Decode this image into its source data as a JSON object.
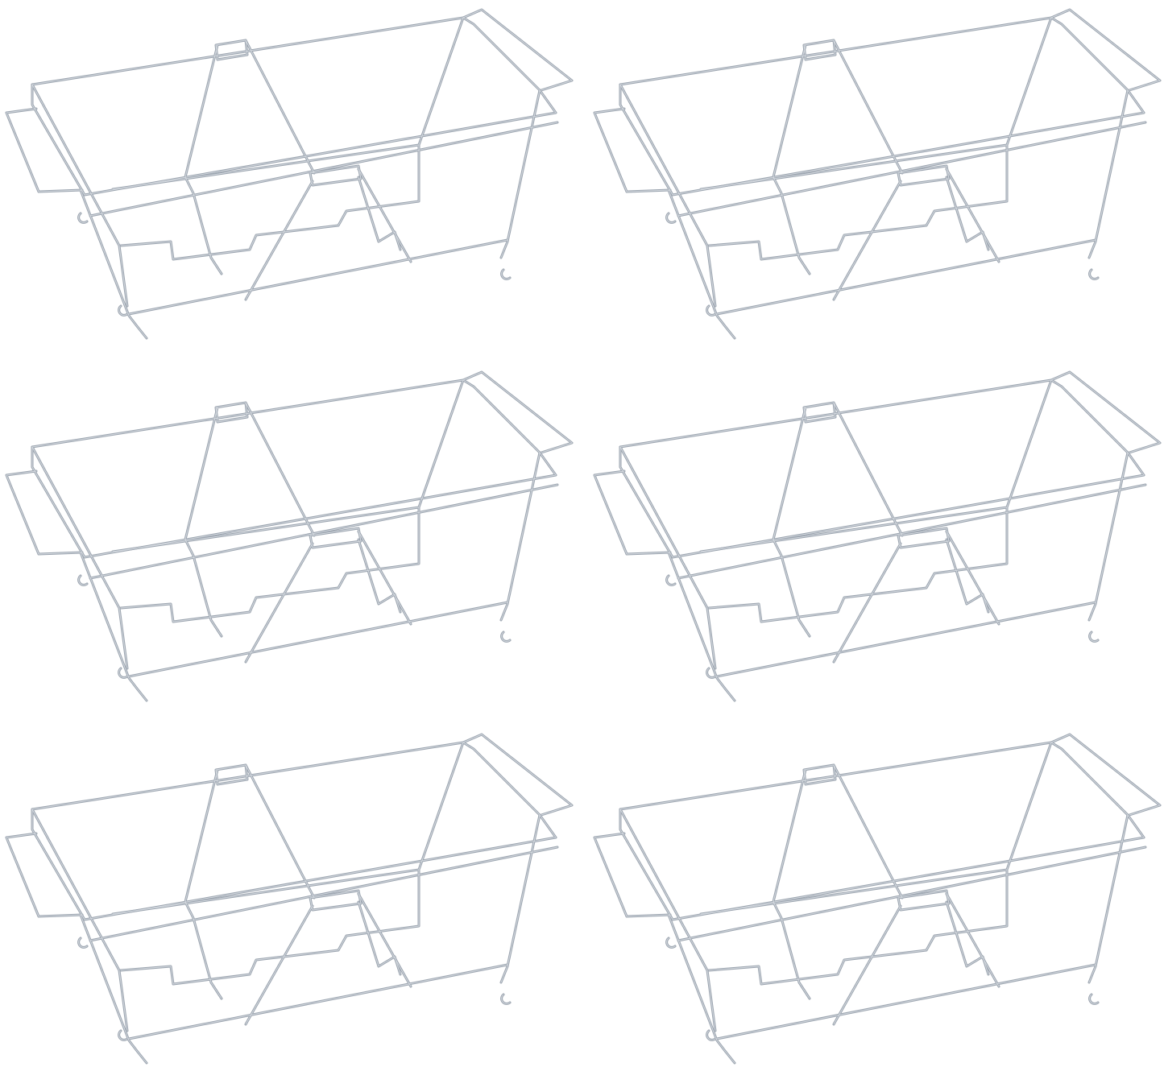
{
  "image": {
    "subject": "wire-rack",
    "count": 6,
    "grid": {
      "rows": 3,
      "columns": 2
    },
    "colors": {
      "background": "#ffffff",
      "wire": "#9aa3ae",
      "wire_highlight": "#d5dae0"
    }
  }
}
